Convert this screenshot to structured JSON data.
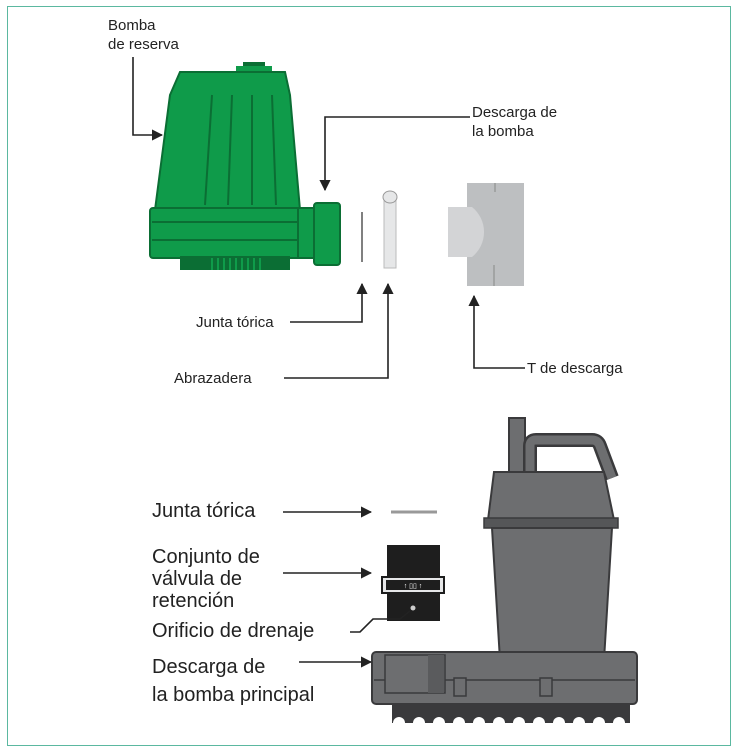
{
  "upper": {
    "backup_pump_line1": "Bomba",
    "backup_pump_line2": "de reserva",
    "pump_discharge_line1": "Descarga de",
    "pump_discharge_line2": "la bomba",
    "o_ring": "Junta tórica",
    "clamp": "Abrazadera",
    "discharge_tee": "T de descarga"
  },
  "lower": {
    "o_ring": "Junta tórica",
    "check_valve_line1": "Conjunto de",
    "check_valve_line2": "válvula de",
    "check_valve_line3": "retención",
    "drain_hole": "Orificio de drenaje",
    "main_discharge_line1": "Descarga de",
    "main_discharge_line2": "la bomba principal"
  },
  "colors": {
    "frame": "#5bb8a0",
    "backup_pump_green": "#0f9b4a",
    "backup_pump_dark": "#0b6e34",
    "main_pump_gray": "#6d6e70",
    "main_pump_dark": "#3a3a3c",
    "tee_gray": "#bdbfc1",
    "valve_black": "#1e1e1e"
  }
}
